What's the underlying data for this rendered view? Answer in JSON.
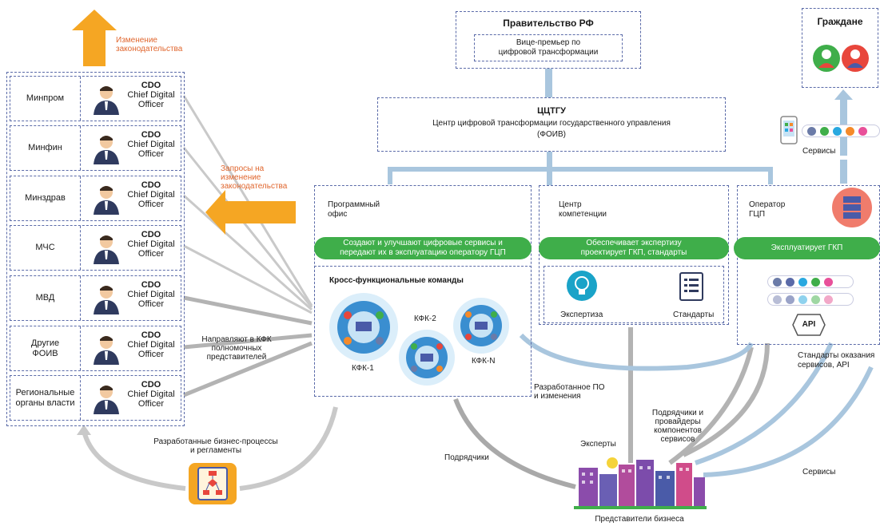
{
  "gov": {
    "title": "Правительство РФ",
    "vice_line1": "Вице-премьер по",
    "vice_line2": "цифровой трансформации"
  },
  "citizens": {
    "title": "Граждане"
  },
  "cctgu": {
    "title": "ЦЦТГУ",
    "line1": "Центр цифровой трансформации государственного управления",
    "line2": "(ФОИВ)"
  },
  "left_notes": {
    "legislation_change_1": "Изменение",
    "legislation_change_2": "законодательства",
    "requests_1": "Запросы на",
    "requests_2": "изменение",
    "requests_3": "законодательства"
  },
  "ministries": [
    {
      "name_1": "Минпром",
      "name_2": "",
      "cdo": "CDO",
      "cdo_full_1": "Chief Digital",
      "cdo_full_2": "Officer"
    },
    {
      "name_1": "Минфин",
      "name_2": "",
      "cdo": "CDO",
      "cdo_full_1": "Chief Digital",
      "cdo_full_2": "Officer"
    },
    {
      "name_1": "Минздрав",
      "name_2": "",
      "cdo": "CDO",
      "cdo_full_1": "Chief Digital",
      "cdo_full_2": "Officer"
    },
    {
      "name_1": "МЧС",
      "name_2": "",
      "cdo": "CDO",
      "cdo_full_1": "Chief Digital",
      "cdo_full_2": "Officer"
    },
    {
      "name_1": "МВД",
      "name_2": "",
      "cdo": "CDO",
      "cdo_full_1": "Chief Digital",
      "cdo_full_2": "Officer"
    },
    {
      "name_1": "Другие",
      "name_2": "ФОИВ",
      "cdo": "CDO",
      "cdo_full_1": "Chief Digital",
      "cdo_full_2": "Officer"
    },
    {
      "name_1": "Региональные",
      "name_2": "органы власти",
      "cdo": "CDO",
      "cdo_full_1": "Chief Digital",
      "cdo_full_2": "Officer"
    }
  ],
  "direct_label": {
    "l1": "Направляют в КФК",
    "l2": "полномочных",
    "l3": "представителей"
  },
  "processes_label": {
    "l1": "Разработанные бизнес-процессы",
    "l2": "и регламенты"
  },
  "program_office": {
    "title_1": "Программный",
    "title_2": "офис",
    "pill_1": "Создают и улучшают цифровые сервисы и",
    "pill_2": "передают их в эксплуатацию оператору ГЦП",
    "teams_title": "Кросс-функциональные команды",
    "kfk1": "КФК-1",
    "kfk2": "КФК-2",
    "kfkn": "КФК-N"
  },
  "competence": {
    "title_1": "Центр",
    "title_2": "компетенции",
    "pill_1": "Обеспечивает экспертизу",
    "pill_2": "проектирует ГКП, стандарты",
    "expertise": "Экспертиза",
    "standards": "Стандарты"
  },
  "operator": {
    "title_1": "Оператор",
    "title_2": "ГЦП",
    "pill": "Эксплуатирует ГКП",
    "api": "API"
  },
  "right_labels": {
    "services_top": "Сервисы",
    "standards_1": "Стандарты оказания",
    "standards_2": "сервисов, API",
    "services_bottom": "Сервисы"
  },
  "bottom_labels": {
    "developed_1": "Разработанное ПО",
    "developed_2": "и изменения",
    "contractors_1": "Подрядчики и",
    "contractors_2": "провайдеры",
    "contractors_3": "компонентов",
    "contractors_4": "сервисов",
    "experts": "Эксперты",
    "contractors": "Подрядчики",
    "business": "Представители бизнеса"
  },
  "colors": {
    "orange": "#f5a623",
    "green": "#3fae4a",
    "blue_line": "#a9c6de",
    "gray_line": "#b9b9b9",
    "dashed": "#5a6aa8"
  },
  "service_dots_top": [
    "#6b7ba8",
    "#3fae4a",
    "#29a8e0",
    "#f58a2a",
    "#e8509a"
  ],
  "service_dots_a": [
    "#6b7ba8",
    "#5a6aa8",
    "#29a8e0",
    "#3fae4a",
    "#e8509a"
  ],
  "service_dots_b": [
    "#b8bdd6",
    "#9aa3c8",
    "#8fd2ee",
    "#9fd7a3",
    "#f2a8c8"
  ]
}
